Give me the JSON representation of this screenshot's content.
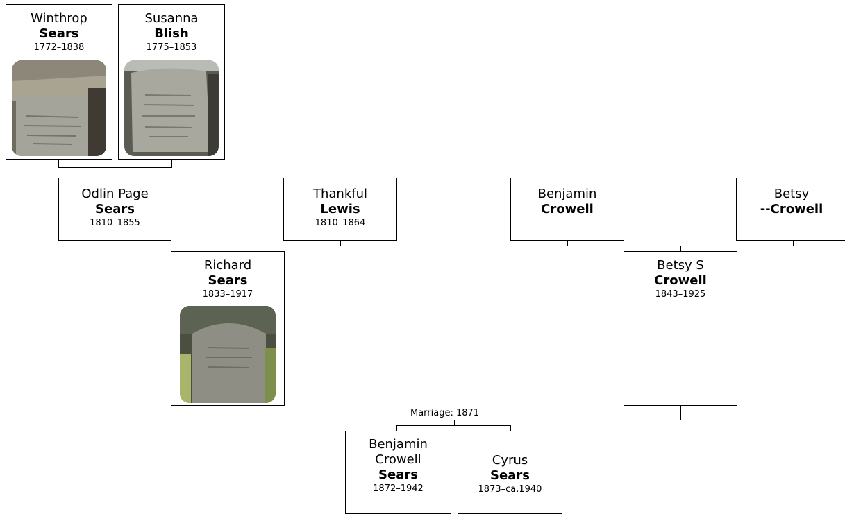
{
  "people": {
    "winthrop": {
      "given": "Winthrop",
      "surname": "Sears",
      "dates": "1772–1838"
    },
    "susanna": {
      "given": "Susanna",
      "surname": "Blish",
      "dates": "1775–1853"
    },
    "odlin": {
      "given": "Odlin Page",
      "surname": "Sears",
      "dates": "1810–1855"
    },
    "thankful": {
      "given": "Thankful",
      "surname": "Lewis",
      "dates": "1810–1864"
    },
    "benjamin_c": {
      "given": "Benjamin",
      "surname": "Crowell",
      "dates": ""
    },
    "betsy": {
      "given": "Betsy",
      "surname": "--Crowell",
      "dates": ""
    },
    "richard": {
      "given": "Richard",
      "surname": "Sears",
      "dates": "1833–1917"
    },
    "betsy_s": {
      "given": "Betsy S",
      "surname": "Crowell",
      "dates": "1843–1925"
    },
    "benjamin_cs": {
      "given_line1": "Benjamin",
      "given_line2": "Crowell",
      "surname": "Sears",
      "dates": "1872–1942"
    },
    "cyrus": {
      "given": "Cyrus",
      "surname": "Sears",
      "dates": "1873–ca.1940"
    }
  },
  "marriage_label": "Marriage: 1871",
  "colors": {
    "line": "#000000",
    "stone": "#8f8f86",
    "grass": "#6f8f4a",
    "sky": "#c9ccc4"
  }
}
